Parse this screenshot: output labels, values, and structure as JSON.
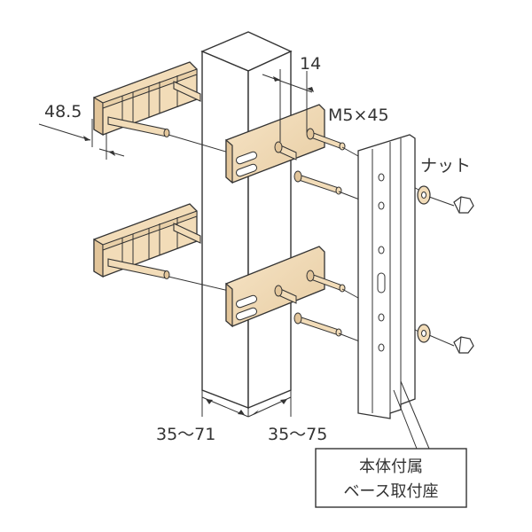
{
  "diagram": {
    "labels": {
      "width_bracket": "48.5",
      "offset_top": "14",
      "bolt_spec": "M5×45",
      "nut": "ナット",
      "post_range_left": "35～71",
      "post_range_right": "35～75",
      "callout_line1": "本体付属",
      "callout_line2": "ベース取付座"
    },
    "colors": {
      "bracket_fill": "#f2dcb8",
      "bracket_shade": "#e2c59a",
      "post_fill": "#ffffff",
      "rail_fill": "#ffffff",
      "outline": "#333333"
    }
  }
}
